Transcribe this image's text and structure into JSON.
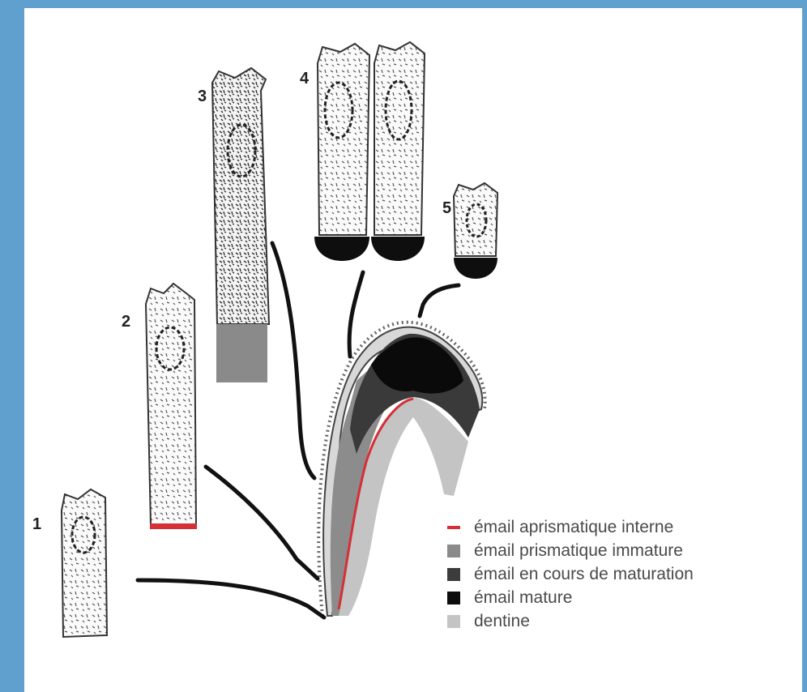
{
  "stages": [
    {
      "id": "1",
      "label": "1"
    },
    {
      "id": "2",
      "label": "2"
    },
    {
      "id": "3",
      "label": "3"
    },
    {
      "id": "4",
      "label": "4"
    },
    {
      "id": "5",
      "label": "5"
    }
  ],
  "legend": [
    {
      "label": "émail  aprismatique interne",
      "color": "#d62f36",
      "kind": "line"
    },
    {
      "label": "émail  prismatique immature",
      "color": "#8a8a8a",
      "kind": "box"
    },
    {
      "label": "émail en cours de maturation",
      "color": "#3c3c3c",
      "kind": "box"
    },
    {
      "label": "émail mature",
      "color": "#0d0d0d",
      "kind": "box"
    },
    {
      "label": "dentine",
      "color": "#c4c4c4",
      "kind": "box"
    }
  ]
}
